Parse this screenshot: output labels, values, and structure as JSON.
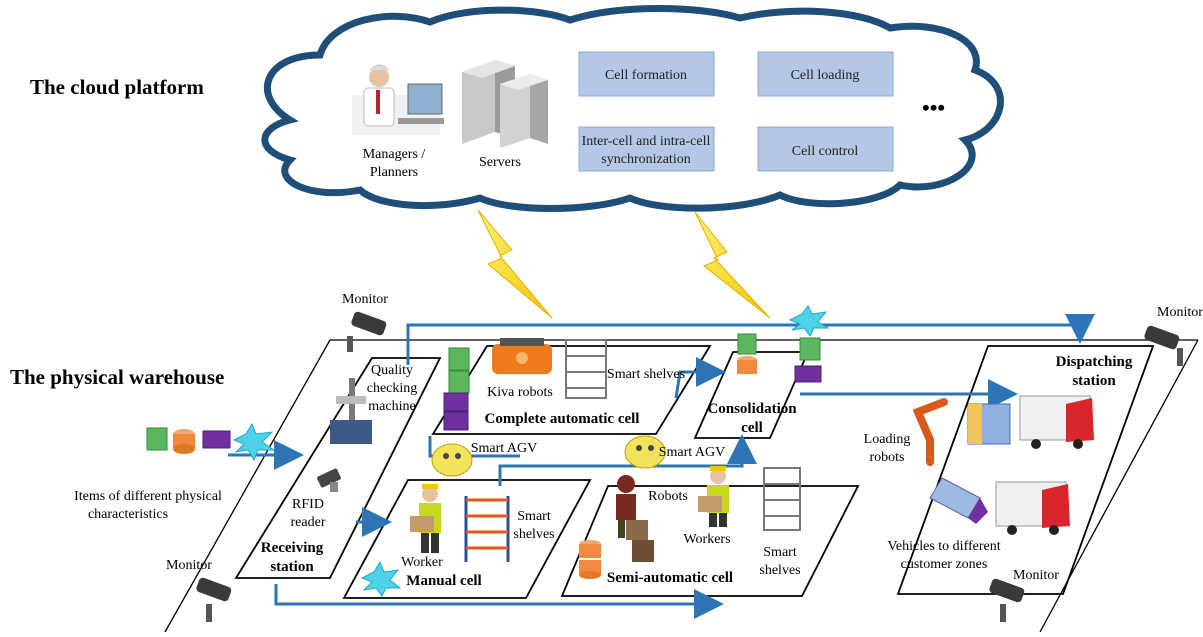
{
  "titles": {
    "cloud": "The cloud platform",
    "warehouse": "The physical warehouse"
  },
  "cloud": {
    "managers": "Managers /",
    "managers2": "Planners",
    "servers": "Servers",
    "boxes": {
      "cell_formation": "Cell formation",
      "cell_loading": "Cell loading",
      "sync1": "Inter-cell and intra-cell",
      "sync2": "synchronization",
      "cell_control": "Cell control"
    },
    "more": "•••"
  },
  "warehouse": {
    "monitor": "Monitor",
    "items1": "Items of different physical",
    "items2": "characteristics",
    "quality1": "Quality",
    "quality2": "checking",
    "quality3": "machine",
    "rfid1": "RFID",
    "rfid2": "reader",
    "receiving1": "Receiving",
    "receiving2": "station",
    "kiva": "Kiva robots",
    "smart_shelves": "Smart shelves",
    "complete_cell": "Complete automatic cell",
    "smart_agv": "Smart AGV",
    "consolidation1": "Consolidation",
    "consolidation2": "cell",
    "dispatching1": "Dispatching",
    "dispatching2": "station",
    "loading1": "Loading",
    "loading2": "robots",
    "worker": "Worker",
    "smart": "Smart",
    "shelves": "shelves",
    "manual_cell": "Manual cell",
    "robots": "Robots",
    "workers": "Workers",
    "semi_cell": "Semi-automatic cell",
    "vehicles1": "Vehicles to different",
    "vehicles2": "customer zones"
  },
  "colors": {
    "cloud_border": "#1f4e79",
    "box_fill": "#b4c7e7",
    "arrow": "#2e75b6",
    "lightning": "#ffd700",
    "green_item": "#5cb85c",
    "orange_item": "#f0883e",
    "purple_item": "#7030a0",
    "spark": "#4fd1e8"
  }
}
